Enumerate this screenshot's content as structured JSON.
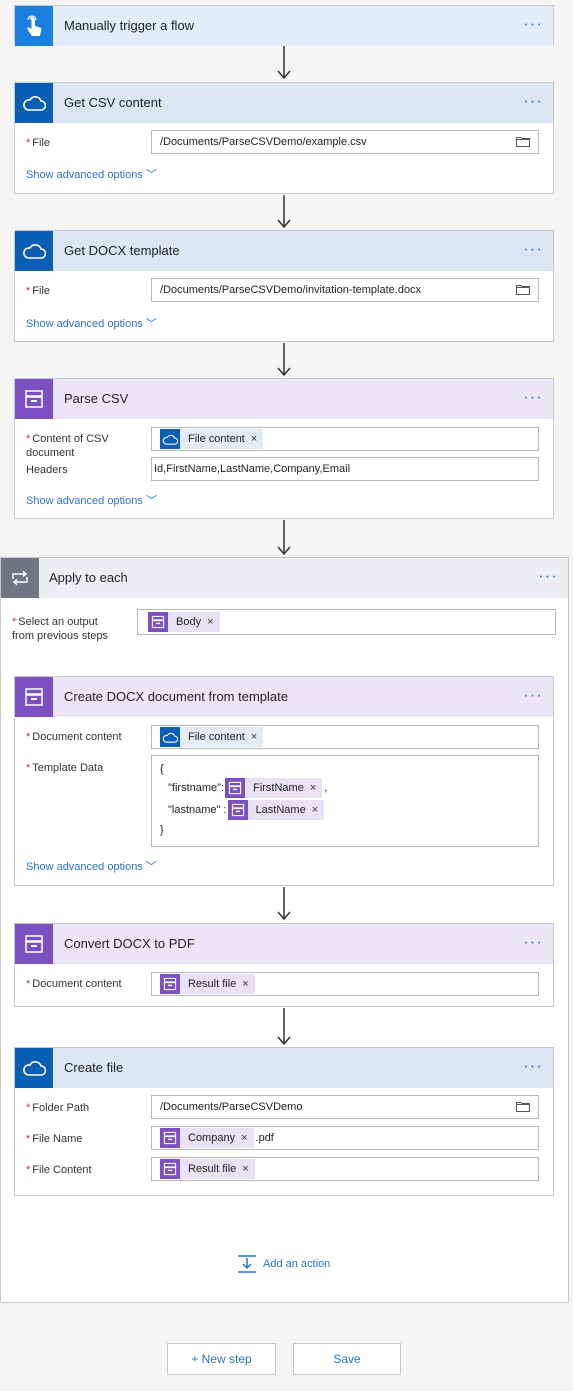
{
  "trigger": {
    "title": "Manually trigger a flow",
    "icon": "touch-icon"
  },
  "get_csv": {
    "title": "Get CSV content",
    "file_label": "File",
    "file_value": "/Documents/ParseCSVDemo/example.csv",
    "show_advanced": "Show advanced options"
  },
  "get_docx": {
    "title": "Get DOCX template",
    "file_label": "File",
    "file_value": "/Documents/ParseCSVDemo/invitation-template.docx",
    "show_advanced": "Show advanced options"
  },
  "parse_csv": {
    "title": "Parse CSV",
    "content_label_1": "Content of CSV",
    "content_label_2": "document",
    "content_token": "File content",
    "headers_label": "Headers",
    "headers_value": "Id,FirstName,LastName,Company,Email",
    "show_advanced": "Show advanced options"
  },
  "apply_each": {
    "title": "Apply to each",
    "select_label_1": "Select an output",
    "select_label_2": "from previous steps",
    "body_token": "Body"
  },
  "create_docx": {
    "title": "Create DOCX document from template",
    "doc_content_label": "Document content",
    "doc_content_token": "File content",
    "template_label": "Template Data",
    "brace_open": "{",
    "firstname_key": "\"firstname\":",
    "firstname_token": "FirstName",
    "firstname_comma": ",",
    "lastname_key": "\"lastname\" :",
    "lastname_token": "LastName",
    "brace_close": "}",
    "show_advanced": "Show advanced options"
  },
  "convert_pdf": {
    "title": "Convert DOCX to PDF",
    "doc_content_label": "Document content",
    "result_token": "Result file"
  },
  "create_file": {
    "title": "Create file",
    "folder_label": "Folder Path",
    "folder_value": "/Documents/ParseCSVDemo",
    "name_label": "File Name",
    "name_token": "Company",
    "name_suffix": ".pdf",
    "content_label": "File Content",
    "content_token": "Result file"
  },
  "add_action": "Add an action",
  "new_step": "+ New step",
  "save": "Save",
  "dots": "···",
  "required_mark": "*",
  "token_close": "×",
  "chevron": "﹀",
  "colors": {
    "blue_accent": "#0a5fb4",
    "purple_accent": "#7b51c2",
    "link": "#2a73c9"
  }
}
